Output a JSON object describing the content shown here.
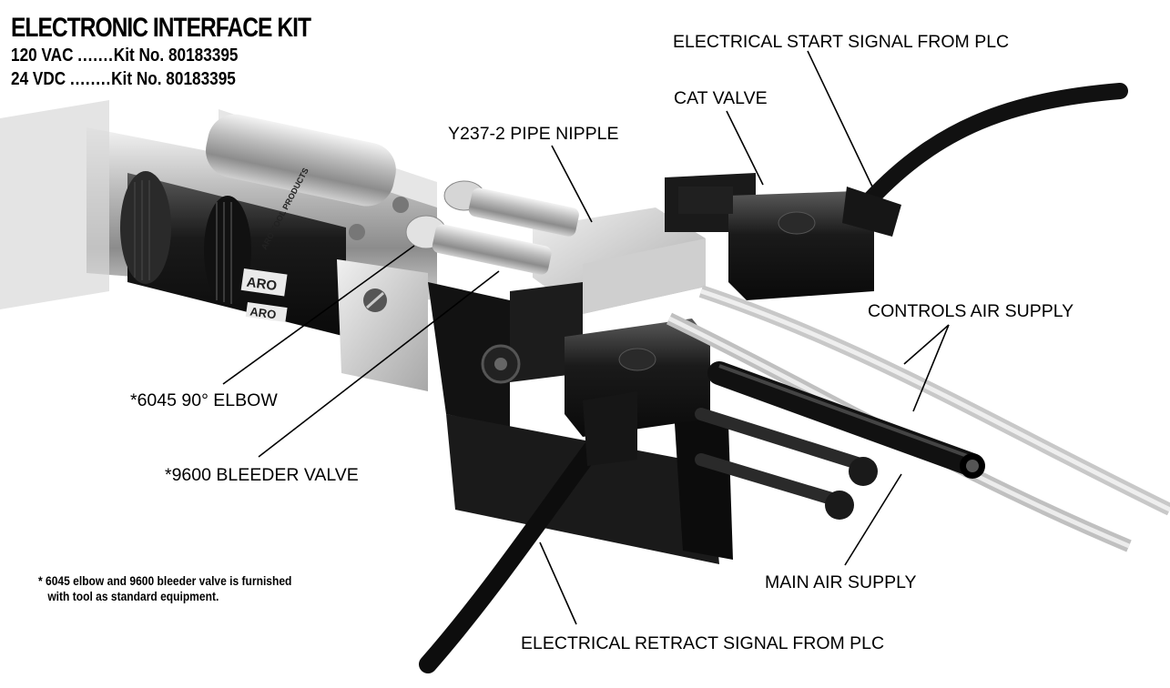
{
  "title": "ELECTRONIC INTERFACE KIT",
  "kits": [
    {
      "voltage": "120 VAC",
      "dots": ".......",
      "kit": "Kit No. 80183395"
    },
    {
      "voltage": "24 VDC",
      "dots": "........",
      "kit": "Kit No. 80183395"
    }
  ],
  "callouts": {
    "start_signal": "ELECTRICAL START SIGNAL FROM PLC",
    "cat_valve": "CAT VALVE",
    "pipe_nipple": "Y237-2 PIPE NIPPLE",
    "controls_air": "CONTROLS AIR SUPPLY",
    "elbow": "*6045 90° ELBOW",
    "bleeder": "*9600 BLEEDER VALVE",
    "main_air": "MAIN AIR SUPPLY",
    "retract_signal": "ELECTRICAL RETRACT SIGNAL FROM PLC"
  },
  "footnote": {
    "line1": "* 6045 elbow and 9600 bleeder valve is furnished",
    "line2": "with tool as standard equipment."
  },
  "product_marks": {
    "brand": "ARO",
    "plate_label": "ARO TOOL PRODUCTS"
  }
}
